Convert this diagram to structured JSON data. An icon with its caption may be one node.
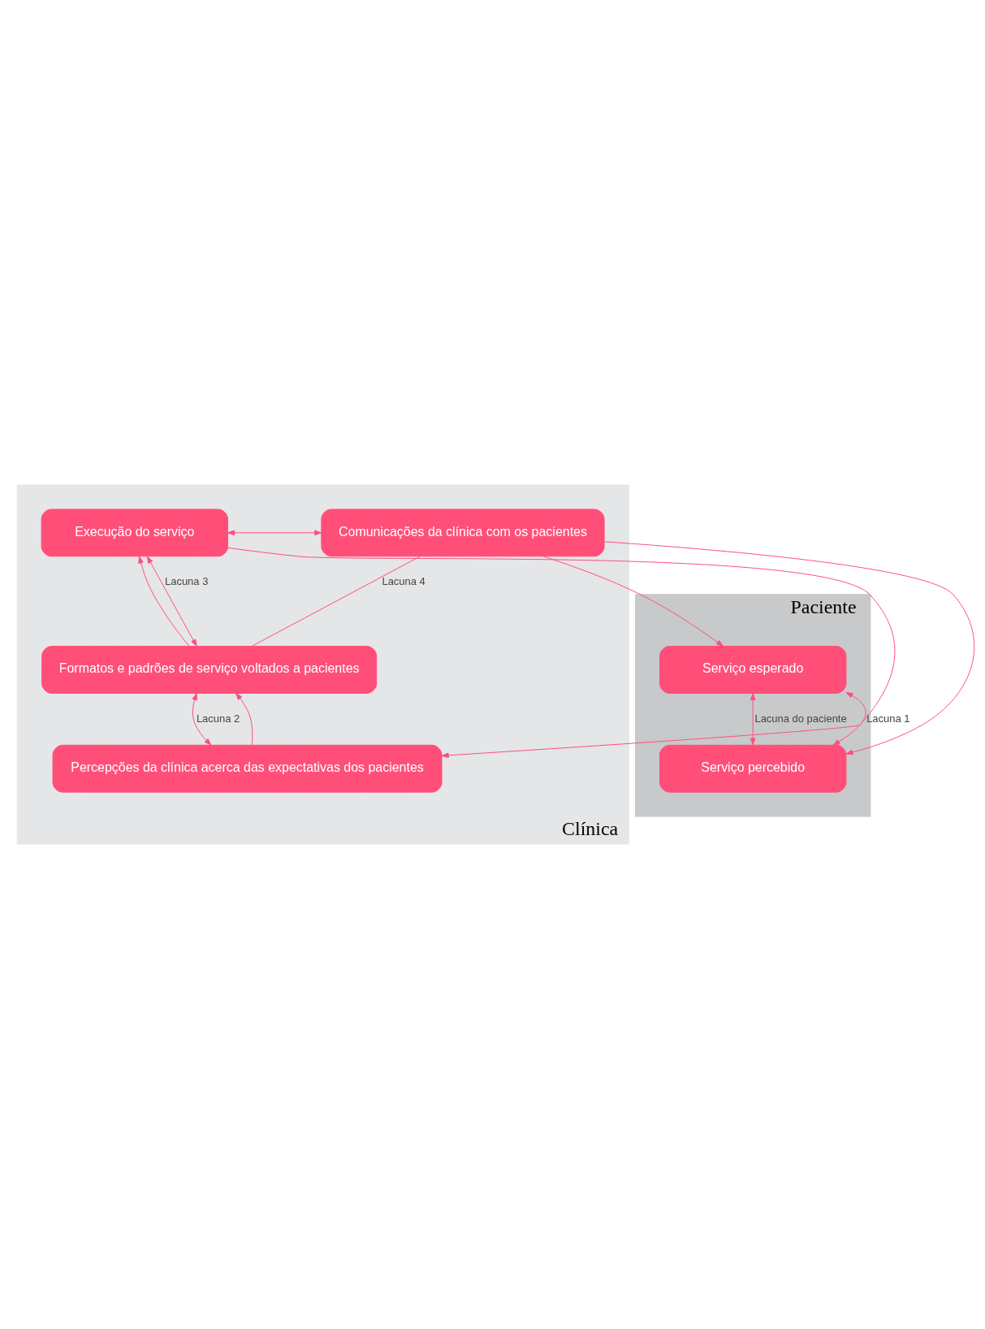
{
  "diagram": {
    "nodes": [
      {
        "text": [
          "Paciente"
        ]
      },
      {
        "text": [
          "Serviço esperado"
        ],
        "in": 0
      },
      {
        "text": [
          "Serviço percebido"
        ],
        "in": 0
      },
      {
        "text": [
          "Clínica"
        ]
      },
      {
        "text": [
          "Execução do serviço"
        ],
        "in": 3
      },
      {
        "text": [
          "Comunicações da clínica com os pacientes"
        ],
        "in": 3
      },
      {
        "text": [
          "Formatos e padrões de serviço voltados a pacientes"
        ],
        "in": 3
      },
      {
        "text": [
          "Percepções da clínica acerca das expectativas dos pacientes"
        ],
        "in": 3
      }
    ],
    "edges": [
      {
        "from": 7,
        "to": 1,
        "arrow": "both",
        "label": "Lacuna 1"
      },
      {
        "from": 1,
        "to": 2,
        "arrow": "both",
        "label": "Lacuna do paciente"
      },
      {
        "from": 5,
        "to": 1,
        "arrow": "to"
      },
      {
        "from": 5,
        "to": 2,
        "arrow": "to"
      },
      {
        "from": 4,
        "to": 2,
        "arrow": "to"
      },
      {
        "from": 4,
        "to": 5,
        "arrow": "both"
      },
      {
        "from": 4,
        "to": 6,
        "arrow": "both",
        "label": "Lacuna 3"
      },
      {
        "from": 6,
        "to": 4,
        "arrow": "to"
      },
      {
        "from": 6,
        "to": 7,
        "arrow": "both",
        "label": "Lacuna 2"
      },
      {
        "from": 7,
        "to": 6,
        "arrow": "to"
      },
      {
        "from": 6,
        "to": 5,
        "arrow": "none",
        "label": "Lacuna 4"
      }
    ]
  }
}
